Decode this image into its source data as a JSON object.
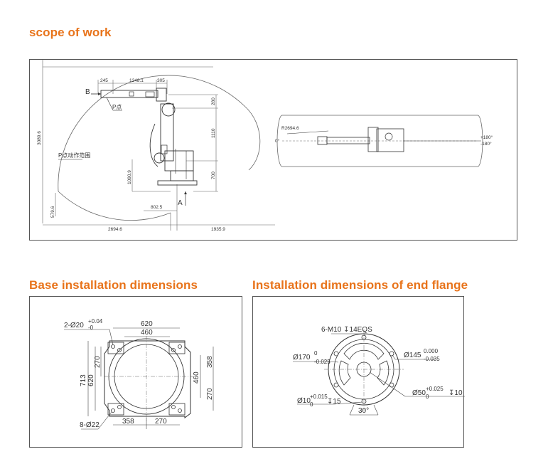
{
  "sections": {
    "scope_title": "scope of work",
    "base_title": "Base installation dimensions",
    "flange_title": "Installation dimensions of end flange"
  },
  "scope": {
    "labels": {
      "b": "B",
      "a": "A",
      "p_point": "P点",
      "p_range": "P点动作范围",
      "radius": "R2694.6",
      "zero": "0°",
      "plus180": "+180°",
      "minus180": "-180°"
    },
    "dims": {
      "d245": "245",
      "d1248": "1248.1",
      "d305": "305",
      "d280": "280",
      "d1110": "1110",
      "d700": "700",
      "d3089": "3089.6",
      "d1090": "1090.9",
      "d579": "579.6",
      "d802": "802.5",
      "d2694": "2694.6",
      "d1935": "1935.9"
    }
  },
  "base": {
    "hole_label": "2-Ø20",
    "hole_tol_upper": "+0.04",
    "hole_tol_lower": "-0",
    "d620_top": "620",
    "d460_top": "460",
    "d713": "713",
    "d620_left": "620",
    "d270_left": "270",
    "d460_right": "460",
    "d358_right": "358",
    "d270_right": "270",
    "bolt_label": "8-Ø22",
    "d358_bottom": "358",
    "d270_bottom": "270"
  },
  "flange": {
    "thread_label": "6-M10 ↧14EQS",
    "d170": "Ø170",
    "d170_upper": "0",
    "d170_lower": "-0.025",
    "d145": "Ø145",
    "d145_upper": "0.000",
    "d145_lower": "-0.035",
    "d10": "Ø10",
    "d10_upper": "+0.015",
    "d10_lower": "0",
    "d10_depth": "↧15",
    "d50": "Ø50",
    "d50_upper": "+0.025",
    "d50_lower": "0",
    "d50_depth": "↧10",
    "angle": "30°"
  }
}
